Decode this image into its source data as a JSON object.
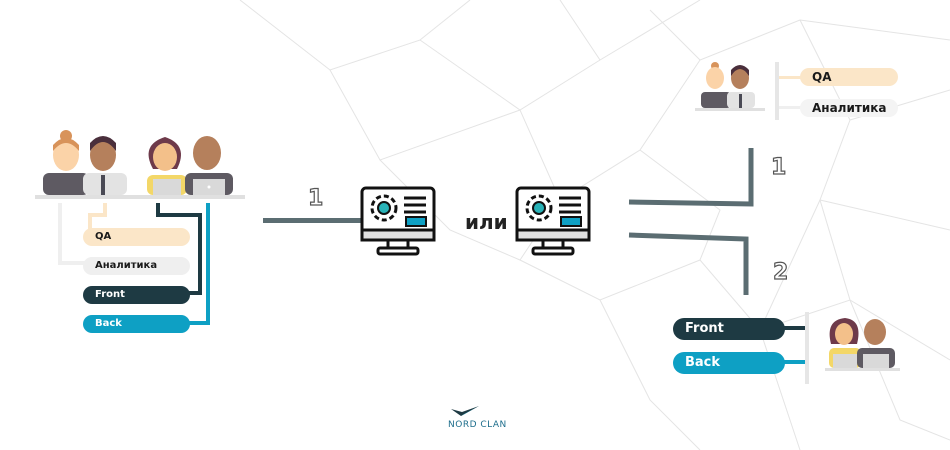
{
  "left_team": {
    "roles": [
      {
        "label": "QA",
        "color": "#fbe6c8",
        "text_color": "#1a1a1a"
      },
      {
        "label": "Аналитика",
        "color": "#efefef",
        "text_color": "#1a1a1a"
      },
      {
        "label": "Front",
        "color": "#1e3a43",
        "text_color": "#ffffff"
      },
      {
        "label": "Back",
        "color": "#0ea0c4",
        "text_color": "#ffffff"
      }
    ]
  },
  "connector_left": {
    "label": "1"
  },
  "or_label": "или",
  "right_top_team": {
    "roles": [
      {
        "label": "QA",
        "color": "#fbe6c8",
        "text_color": "#1a1a1a"
      },
      {
        "label": "Аналитика",
        "color": "#efefef",
        "text_color": "#1a1a1a"
      }
    ],
    "connector_label": "1"
  },
  "right_bottom_team": {
    "roles": [
      {
        "label": "Front",
        "color": "#1e3a43",
        "text_color": "#ffffff"
      },
      {
        "label": "Back",
        "color": "#0ea0c4",
        "text_color": "#ffffff"
      }
    ],
    "connector_label": "2"
  },
  "icons": [
    "people-group-icon",
    "computer-settings-icon"
  ],
  "logo": {
    "text": "NORD CLAN"
  },
  "colors": {
    "line": "#5b6d72",
    "qa": "#fbe6c8",
    "analytics": "#efefef",
    "front": "#1e3a43",
    "back": "#0ea0c4"
  }
}
